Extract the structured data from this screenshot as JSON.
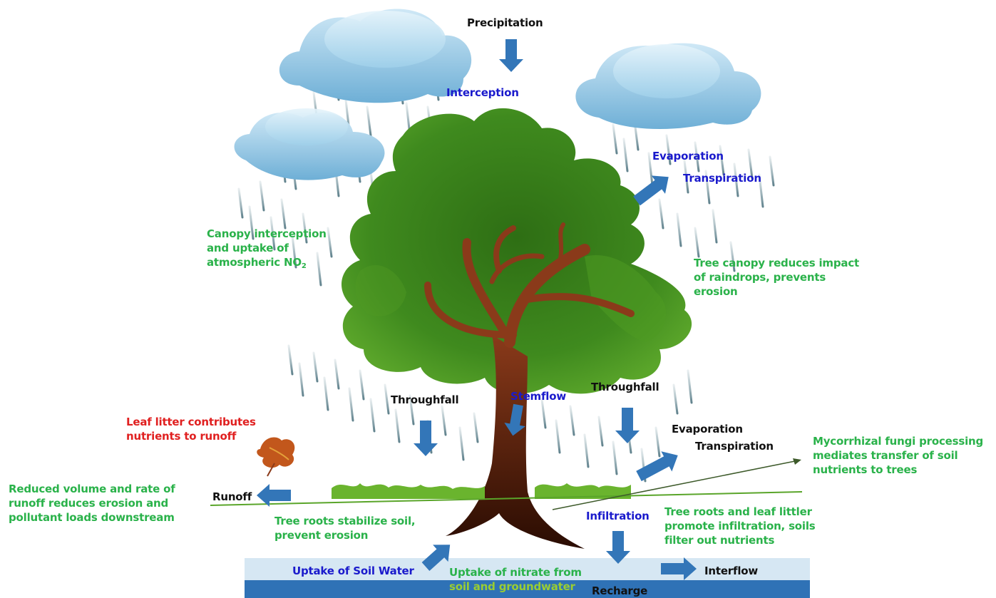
{
  "colors": {
    "arrow": "#3376b8",
    "foliage_dark": "#2f7a16",
    "foliage_light": "#5aa52a",
    "trunk": "#5a1e0a",
    "branch": "#8a3a1a",
    "cloud": "#8fc8e6",
    "groundwater_light": "#d6e7f3",
    "groundwater_dark": "#2f72b6",
    "ground_line": "#5aa52a",
    "label_black": "#111111",
    "label_blue": "#1a1acc",
    "label_green": "#2ab24a",
    "label_red": "#e02020"
  },
  "labels": {
    "precipitation": "Precipitation",
    "interception": "Interception",
    "evaporation_top": "Evaporation",
    "transpiration_top": "Transpiration",
    "canopy_interception": {
      "line1": "Canopy interception",
      "line2": "and uptake of",
      "line3": "atmospheric NO",
      "sub": "2"
    },
    "tree_canopy": {
      "line1": "Tree canopy reduces impact",
      "line2": "of raindrops, prevents",
      "line3": "erosion"
    },
    "throughfall_left": "Throughfall",
    "stemflow": "Stemflow",
    "throughfall_right": "Throughfall",
    "leaf_litter": {
      "line1": "Leaf litter contributes",
      "line2": "nutrients to runoff"
    },
    "evaporation_bottom": "Evaporation",
    "transpiration_bottom": "Transpiration",
    "mycorrhizal": {
      "line1": "Mycorrhizal fungi processing",
      "line2": "mediates transfer of soil",
      "line3": "nutrients to trees"
    },
    "reduced_volume": {
      "line1": "Reduced volume and rate of",
      "line2": "runoff reduces erosion and",
      "line3": "pollutant loads downstream"
    },
    "runoff": "Runoff",
    "tree_roots_stabilize": {
      "line1": "Tree roots stabilize soil,",
      "line2": "prevent erosion"
    },
    "infiltration": "Infiltration",
    "tree_roots_leaf": {
      "line1": "Tree roots and leaf littler",
      "line2": "promote infiltration, soils",
      "line3": "filter out nutrients"
    },
    "uptake_soil_water": "Uptake of Soil Water",
    "uptake_nitrate": {
      "line1": "Uptake of nitrate from",
      "line2": "soil and groundwater"
    },
    "interflow": "Interflow",
    "recharge": "Recharge"
  }
}
